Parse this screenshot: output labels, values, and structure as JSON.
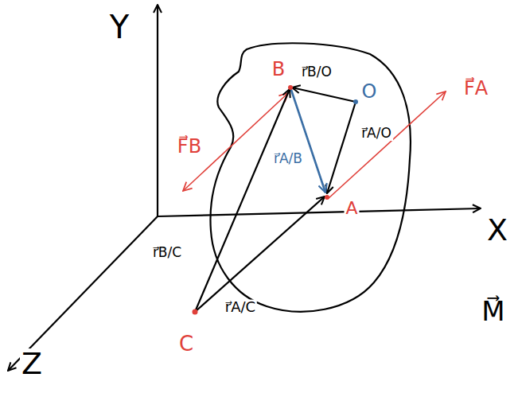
{
  "diagram": {
    "labels": [
      "Y",
      "X",
      "Z",
      "B",
      "O",
      "A",
      "C",
      "r⃗B/O",
      "r⃗A/O",
      "r⃗A/B",
      "r⃗B/C",
      "r⃗A/C",
      "F⃗B",
      "F⃗A",
      "M⃗"
    ]
  }
}
